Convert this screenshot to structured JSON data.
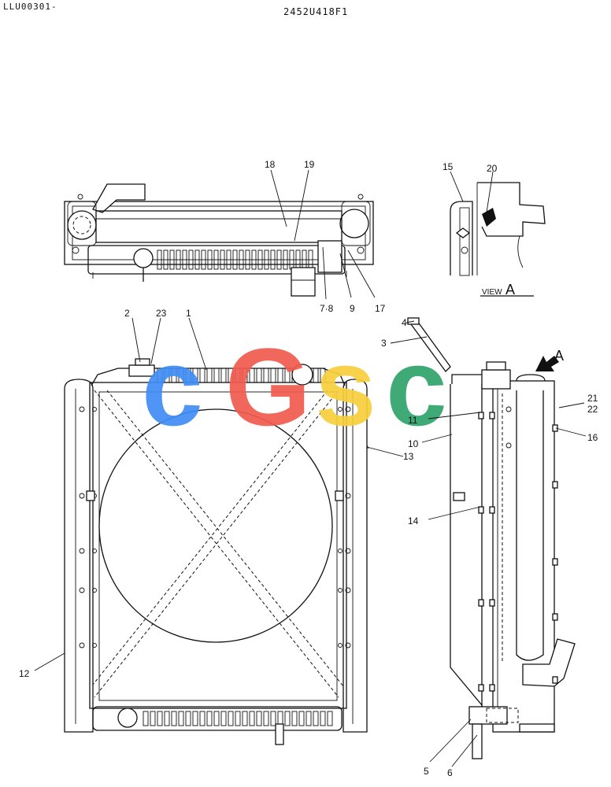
{
  "header": {
    "left_code": "LLU00301-",
    "center_code": "2452U418F1"
  },
  "view_label": {
    "prefix": "VIEW",
    "letter": "A"
  },
  "arrow_label": "A",
  "watermark": {
    "letters": [
      "c",
      "G",
      "s",
      "c"
    ],
    "colors": [
      "#3f8df5",
      "#f15b4f",
      "#f7cf3b",
      "#2fa36a"
    ]
  },
  "callouts": {
    "c1": "1",
    "c2": "2",
    "c3": "3",
    "c4": "4",
    "c5": "5",
    "c6": "6",
    "c78": "7·8",
    "c9": "9",
    "c10": "10",
    "c11": "11",
    "c12": "12",
    "c13": "13",
    "c14": "14",
    "c15": "15",
    "c16": "16",
    "c17": "17",
    "c18": "18",
    "c19": "19",
    "c20": "20",
    "c21": "21",
    "c22": "22",
    "c23": "23"
  }
}
